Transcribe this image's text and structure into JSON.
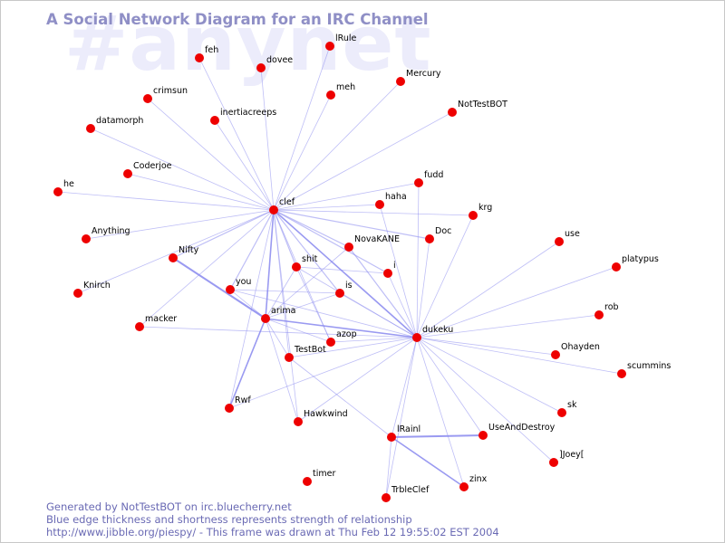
{
  "header": {
    "watermark": "#anynet",
    "title": "A Social Network Diagram for an IRC Channel"
  },
  "footer": {
    "line1": "Generated by NotTestBOT on irc.bluecherry.net",
    "line2": "Blue edge thickness and shortness represents strength of relationship",
    "line3": "http://www.jibble.org/piespy/ - This frame was drawn at Thu Feb 12 19:55:02 EST 2004"
  },
  "colors": {
    "node": "#ee0000",
    "edge": "#8888ee",
    "title": "#8f8fc6",
    "watermark": "#ececfb"
  },
  "nodes": [
    "feh",
    "lRule",
    "dovee",
    "meh",
    "Mercury",
    "crimsun",
    "inertiacreeps",
    "NotTestBOT",
    "datamorph",
    "Coderjoe",
    "fudd",
    "he",
    "clef",
    "haha",
    "krg",
    "Anything",
    "Doc",
    "NovaKANE",
    "use",
    "Nifty",
    "platypus",
    "shit",
    "i",
    "Knirch",
    "you",
    "is",
    "rob",
    "arima",
    "macker",
    "azop",
    "dukeku",
    "TestBot",
    "Ohayden",
    "scummins",
    "Rwf",
    "sk",
    "Hawkwind",
    "lRainl",
    "UseAndDestroy",
    "]Joey[",
    "timer",
    "zinx",
    "TrbleClef"
  ],
  "edges": [
    [
      "clef",
      "feh",
      1
    ],
    [
      "clef",
      "lRule",
      1
    ],
    [
      "clef",
      "dovee",
      1
    ],
    [
      "clef",
      "meh",
      1
    ],
    [
      "clef",
      "Mercury",
      1
    ],
    [
      "clef",
      "crimsun",
      1
    ],
    [
      "clef",
      "inertiacreeps",
      1
    ],
    [
      "clef",
      "NotTestBOT",
      1
    ],
    [
      "clef",
      "datamorph",
      1
    ],
    [
      "clef",
      "Coderjoe",
      1
    ],
    [
      "clef",
      "fudd",
      1
    ],
    [
      "clef",
      "he",
      1
    ],
    [
      "clef",
      "haha",
      1
    ],
    [
      "clef",
      "krg",
      1
    ],
    [
      "clef",
      "Anything",
      1
    ],
    [
      "clef",
      "Doc",
      1.5
    ],
    [
      "clef",
      "NovaKANE",
      1.5
    ],
    [
      "clef",
      "Nifty",
      1.5
    ],
    [
      "clef",
      "Knirch",
      1
    ],
    [
      "clef",
      "you",
      1.5
    ],
    [
      "clef",
      "macker",
      1
    ],
    [
      "clef",
      "shit",
      1.5
    ],
    [
      "clef",
      "i",
      1.5
    ],
    [
      "clef",
      "is",
      1.5
    ],
    [
      "clef",
      "arima",
      2
    ],
    [
      "clef",
      "azop",
      1
    ],
    [
      "clef",
      "TestBot",
      1
    ],
    [
      "clef",
      "Rwf",
      1
    ],
    [
      "clef",
      "Hawkwind",
      1
    ],
    [
      "clef",
      "dukeku",
      2
    ],
    [
      "Nifty",
      "arima",
      2.5
    ],
    [
      "you",
      "arima",
      1
    ],
    [
      "shit",
      "arima",
      1
    ],
    [
      "is",
      "arima",
      1
    ],
    [
      "NovaKANE",
      "arima",
      1
    ],
    [
      "azop",
      "arima",
      1
    ],
    [
      "TestBot",
      "arima",
      1
    ],
    [
      "Rwf",
      "arima",
      2
    ],
    [
      "Hawkwind",
      "arima",
      1
    ],
    [
      "arima",
      "dukeku",
      2
    ],
    [
      "shit",
      "dukeku",
      1
    ],
    [
      "is",
      "dukeku",
      1
    ],
    [
      "NovaKANE",
      "dukeku",
      1.5
    ],
    [
      "i",
      "dukeku",
      1
    ],
    [
      "Doc",
      "dukeku",
      1
    ],
    [
      "haha",
      "dukeku",
      1
    ],
    [
      "fudd",
      "dukeku",
      1
    ],
    [
      "krg",
      "dukeku",
      1
    ],
    [
      "use",
      "dukeku",
      1
    ],
    [
      "platypus",
      "dukeku",
      1
    ],
    [
      "rob",
      "dukeku",
      1
    ],
    [
      "Ohayden",
      "dukeku",
      1
    ],
    [
      "scummins",
      "dukeku",
      1
    ],
    [
      "sk",
      "dukeku",
      1
    ],
    [
      "]Joey[",
      "dukeku",
      1
    ],
    [
      "zinx",
      "dukeku",
      1
    ],
    [
      "UseAndDestroy",
      "dukeku",
      1
    ],
    [
      "lRainl",
      "dukeku",
      1
    ],
    [
      "TrbleClef",
      "dukeku",
      1
    ],
    [
      "Hawkwind",
      "dukeku",
      1
    ],
    [
      "TestBot",
      "dukeku",
      1
    ],
    [
      "Rwf",
      "dukeku",
      1
    ],
    [
      "azop",
      "dukeku",
      1
    ],
    [
      "you",
      "dukeku",
      1
    ],
    [
      "macker",
      "dukeku",
      1
    ],
    [
      "you",
      "is",
      1
    ],
    [
      "shit",
      "i",
      1
    ],
    [
      "TestBot",
      "lRainl",
      1
    ],
    [
      "shit",
      "azop",
      1
    ],
    [
      "lRainl",
      "UseAndDestroy",
      2.5
    ],
    [
      "lRainl",
      "zinx",
      2
    ],
    [
      "lRainl",
      "TrbleClef",
      1
    ]
  ]
}
